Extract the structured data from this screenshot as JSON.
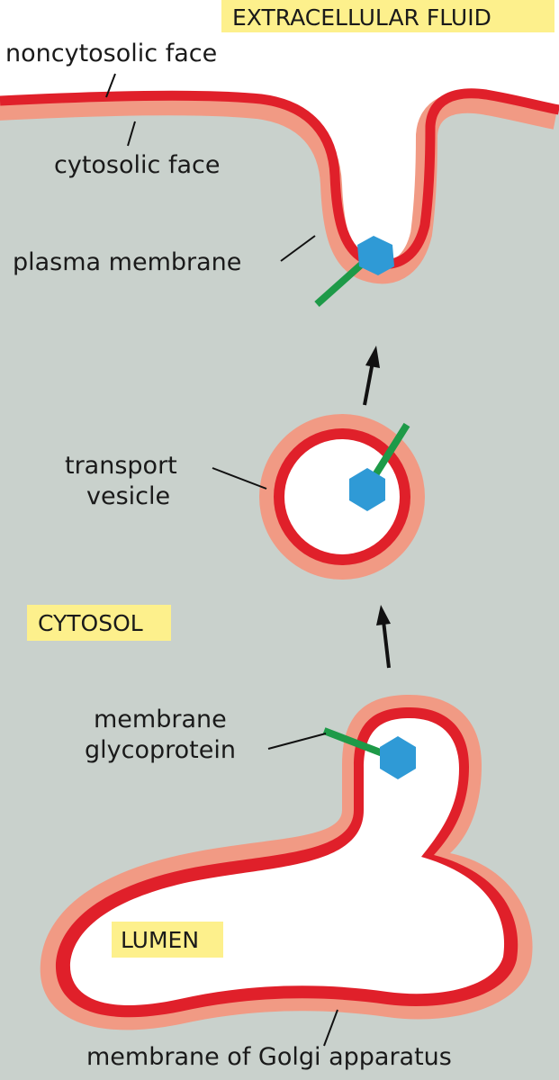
{
  "labels": {
    "extracellular_fluid": "EXTRACELLULAR FLUID",
    "noncytosolic_face": "noncytosolic face",
    "cytosolic_face": "cytosolic face",
    "plasma_membrane": "plasma membrane",
    "transport_vesicle_line1": "transport",
    "transport_vesicle_line2": "vesicle",
    "cytosol": "CYTOSOL",
    "membrane_glycoprotein_line1": "membrane",
    "membrane_glycoprotein_line2": "glycoprotein",
    "lumen": "LUMEN",
    "golgi_membrane": "membrane of Golgi apparatus"
  },
  "colors": {
    "cytosol_gray": "#c9d1cc",
    "membrane_red": "#e0202a",
    "membrane_pink": "#f19a84",
    "label_yellow": "#fdf08c",
    "glycoprotein_blue": "#2f9ad6",
    "protein_green": "#1e9a48"
  }
}
